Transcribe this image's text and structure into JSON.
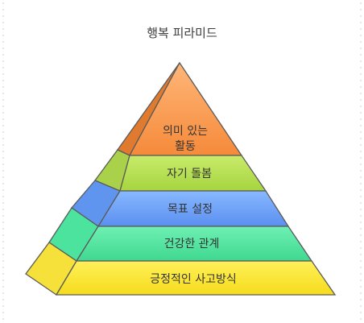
{
  "title": "행복 피라미드",
  "levels": [
    {
      "label_lines": [
        "의미 있는",
        "활동"
      ],
      "color": "#f7a35c"
    },
    {
      "label_lines": [
        "자기 돌봄"
      ],
      "color": "#b8e05a"
    },
    {
      "label_lines": [
        "목표 설정"
      ],
      "color": "#6fa3f5"
    },
    {
      "label_lines": [
        "건강한 관계"
      ],
      "color": "#4fe0a0"
    },
    {
      "label_lines": [
        "긍정적인 사고방식"
      ],
      "color": "#f8e234"
    }
  ],
  "colors": {
    "stroke": "#5a5a5a",
    "text": "#333333"
  }
}
